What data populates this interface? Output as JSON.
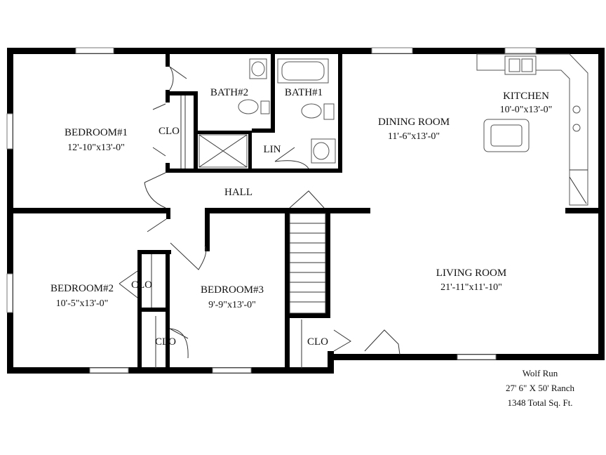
{
  "rooms": {
    "bedroom1": {
      "name": "BEDROOM#1",
      "dim": "12'-10\"x13'-0\""
    },
    "bedroom2": {
      "name": "BEDROOM#2",
      "dim": "10'-5\"x13'-0\""
    },
    "bedroom3": {
      "name": "BEDROOM#3",
      "dim": "9'-9\"x13'-0\""
    },
    "bath2": {
      "name": "BATH#2"
    },
    "bath1": {
      "name": "BATH#1"
    },
    "kitchen": {
      "name": "KITCHEN",
      "dim": "10'-0\"x13'-0\""
    },
    "dining": {
      "name": "DINING ROOM",
      "dim": "11'-6\"x13'-0\""
    },
    "living": {
      "name": "LIVING ROOM",
      "dim": "21'-11\"x11'-10\""
    },
    "hall": {
      "name": "HALL"
    },
    "lin": {
      "name": "LIN"
    },
    "clo1": {
      "name": "CLO"
    },
    "clo2": {
      "name": "CLO"
    },
    "clo3": {
      "name": "CLO"
    },
    "clo4": {
      "name": "CLO"
    }
  },
  "caption": {
    "line1": "Wolf Run",
    "line2": "27' 6\" X 50' Ranch",
    "line3": "1348 Total Sq. Ft."
  }
}
